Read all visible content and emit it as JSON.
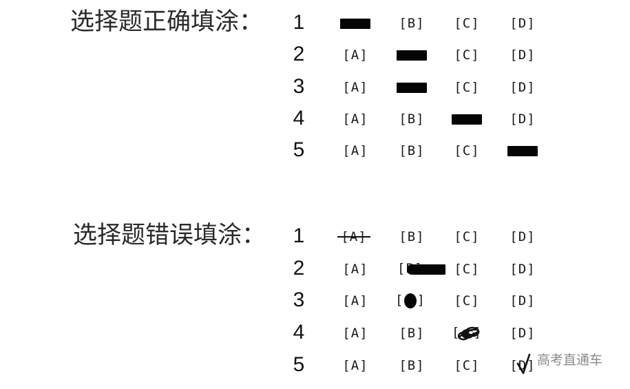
{
  "correct_section": {
    "title": "选择题正确填涂：",
    "rows": [
      {
        "number": "1",
        "options": [
          "[A]",
          "[B]",
          "[C]",
          "[D]"
        ],
        "filled": "A"
      },
      {
        "number": "2",
        "options": [
          "[A]",
          "[B]",
          "[C]",
          "[D]"
        ],
        "filled": "B"
      },
      {
        "number": "3",
        "options": [
          "[A]",
          "[B]",
          "[C]",
          "[D]"
        ],
        "filled": "B"
      },
      {
        "number": "4",
        "options": [
          "[A]",
          "[B]",
          "[C]",
          "[D]"
        ],
        "filled": "C"
      },
      {
        "number": "5",
        "options": [
          "[A]",
          "[B]",
          "[C]",
          "[D]"
        ],
        "filled": "D"
      }
    ]
  },
  "wrong_section": {
    "title": "选择题错误填涂：",
    "rows": [
      {
        "number": "1",
        "options": [
          "[A]",
          "[B]",
          "[C]",
          "[D]"
        ],
        "marked": "A",
        "error_type": "strikethrough"
      },
      {
        "number": "2",
        "options": [
          "[A]",
          "[B]",
          "[C]",
          "[D]"
        ],
        "marked": "B",
        "error_type": "overflow-fill"
      },
      {
        "number": "3",
        "options": [
          "[A]",
          "[B]",
          "[C]",
          "[D]"
        ],
        "marked": "B",
        "error_type": "dot"
      },
      {
        "number": "4",
        "options": [
          "[A]",
          "[B]",
          "[C]",
          "[D]"
        ],
        "marked": "C",
        "error_type": "circle-scribble"
      },
      {
        "number": "5",
        "options": [
          "[A]",
          "[B]",
          "[C]",
          "[D]"
        ],
        "marked": "D",
        "error_type": "checkmark"
      }
    ]
  },
  "watermark": "高考直通车"
}
